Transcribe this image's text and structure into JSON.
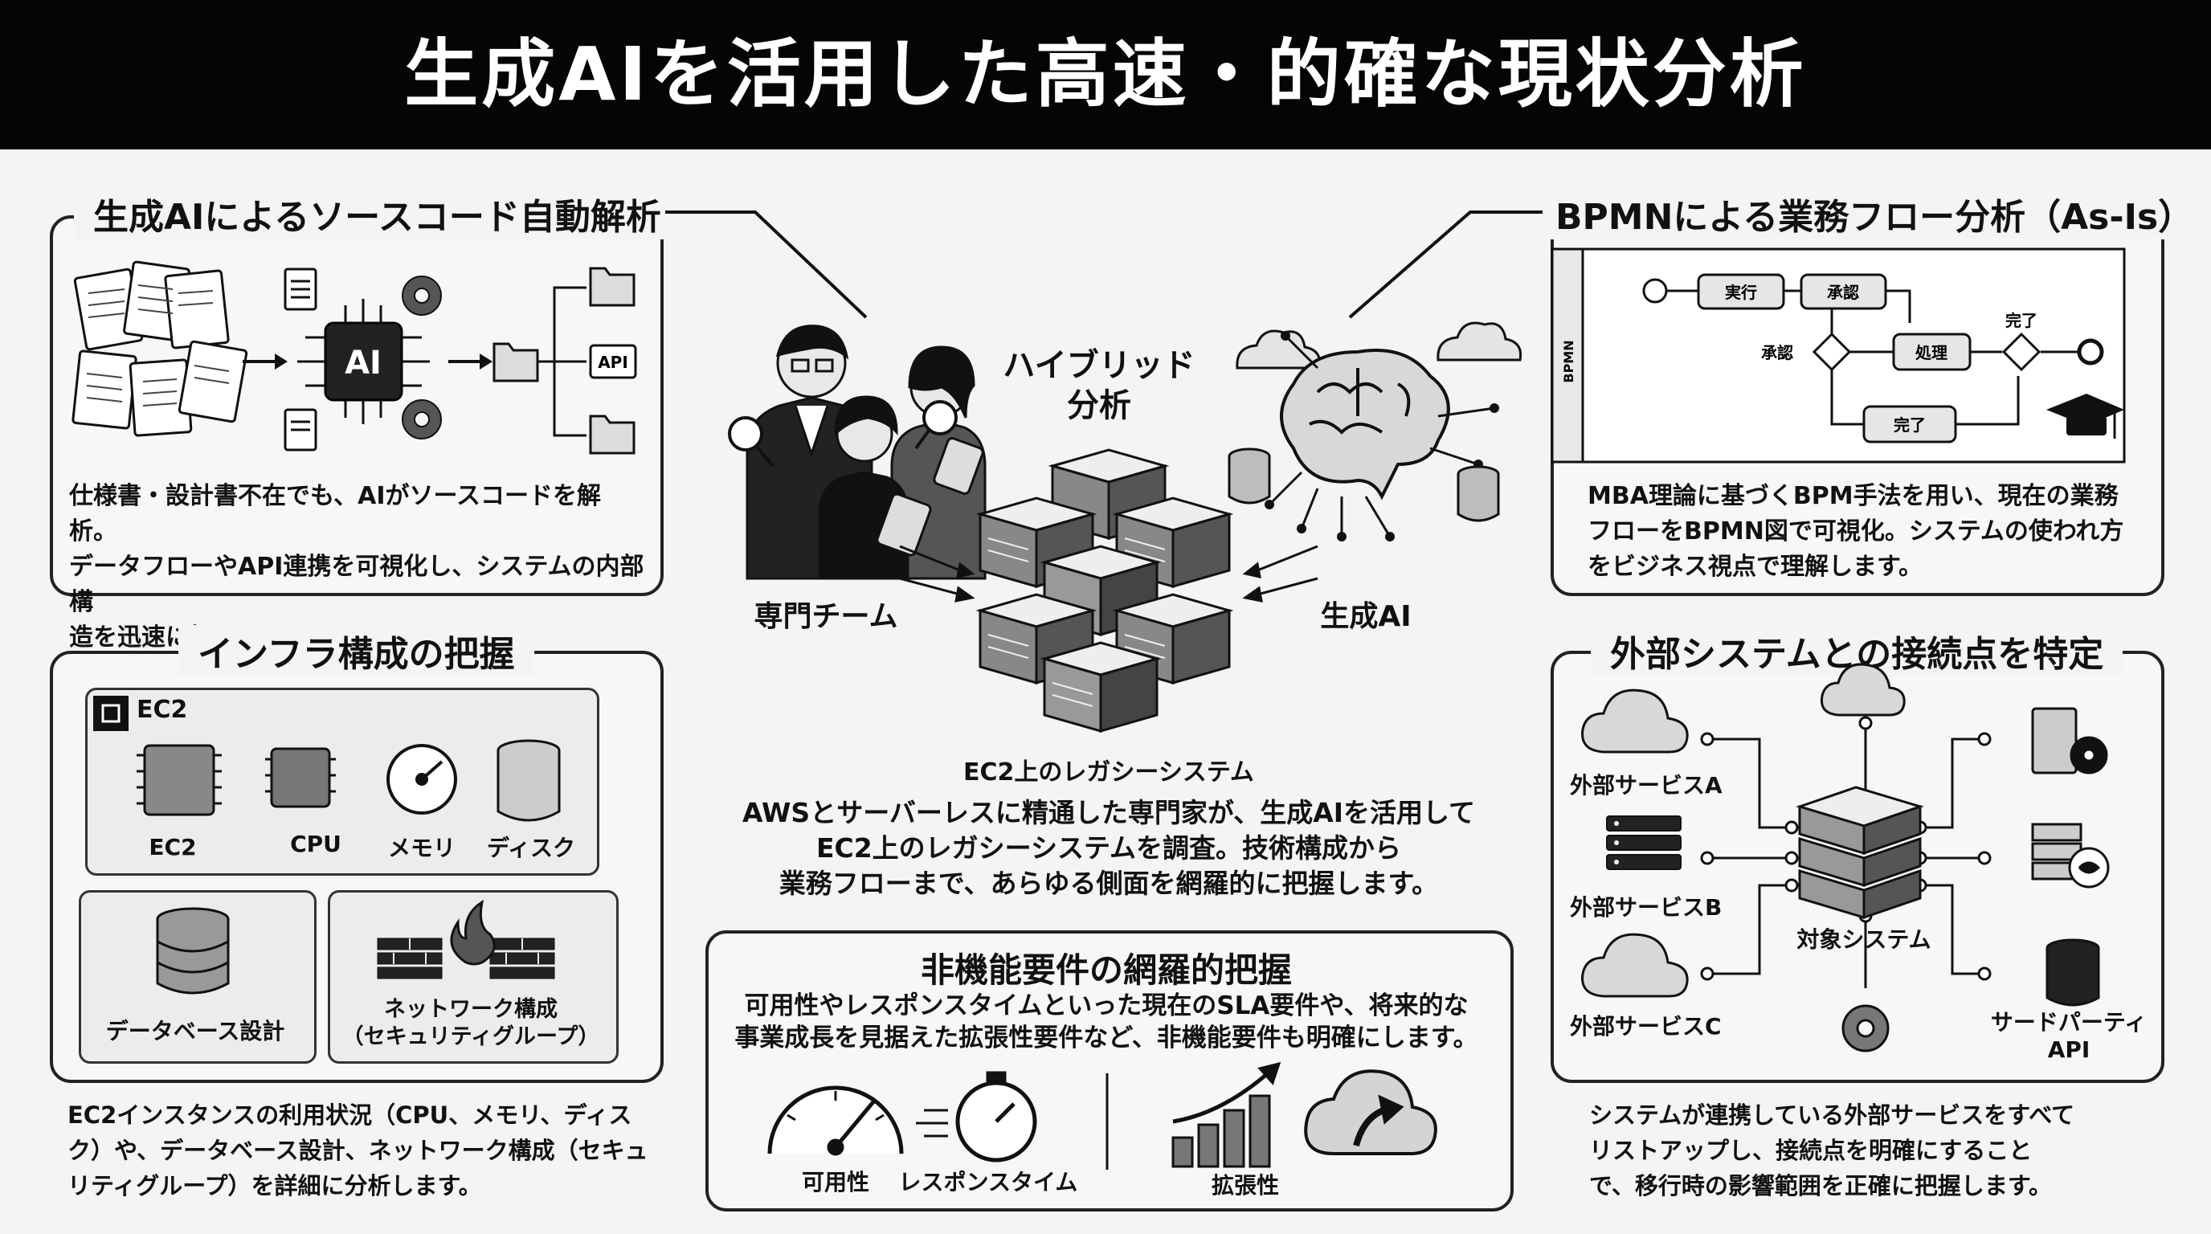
{
  "title": "生成AIを活用した高速・的確な現状分析",
  "source_code": {
    "title": "生成AIによるソースコード自動解析",
    "ai_chip": "AI",
    "api_box": "API",
    "text": [
      "仕様書・設計書不在でも、AIがソースコードを解析。",
      "データフローやAPI連携を可視化し、システムの内部構",
      "造を迅速に解明します。"
    ]
  },
  "bpmn": {
    "title": "BPMNによる業務フロー分析（As-Is）",
    "lane": "BPMN",
    "tasks": {
      "execute": "実行",
      "approve": "承認",
      "process": "処理",
      "done": "完了"
    },
    "gateway_label": "承認",
    "end_label": "完了",
    "text": [
      "MBA理論に基づくBPM手法を用い、現在の業務",
      "フローをBPMN図で可視化。システムの使われ方",
      "をビジネス視点で理解します。"
    ]
  },
  "center": {
    "hybrid": [
      "ハイブリッド",
      "分析"
    ],
    "team": "専門チーム",
    "ai": "生成AI",
    "system": "EC2上のレガシーシステム",
    "text": [
      "AWSとサーバーレスに精通した専門家が、生成AIを活用して",
      "EC2上のレガシーシステムを調査。技術構成から",
      "業務フローまで、あらゆる側面を網羅的に把握します。"
    ]
  },
  "infra": {
    "title": "インフラ構成の把握",
    "ec2_header": "EC2",
    "items": [
      "EC2",
      "CPU",
      "メモリ",
      "ディスク"
    ],
    "db": "データベース設計",
    "network": [
      "ネットワーク構成",
      "（セキュリティグループ）"
    ],
    "text": [
      "EC2インスタンスの利用状況（CPU、メモリ、ディス",
      "ク）や、データベース設計、ネットワーク構成（セキュ",
      "リティグループ）を詳細に分析します。"
    ]
  },
  "nonfunc": {
    "title": "非機能要件の網羅的把握",
    "text": [
      "可用性やレスポンスタイムといった現在のSLA要件や、将来的な",
      "事業成長を見据えた拡張性要件など、非機能要件も明確にします。"
    ],
    "items": [
      "可用性",
      "レスポンスタイム",
      "拡張性"
    ]
  },
  "external": {
    "title": "外部システムとの接続点を特定",
    "service_a": "外部サービスA",
    "service_b": "外部サービスB",
    "service_c": "外部サービスC",
    "target": "対象システム",
    "third_party": [
      "サードパーティ",
      "API"
    ],
    "text": [
      "システムが連携している外部サービスをすべて",
      "リストアップし、接続点を明確にすること",
      "で、移行時の影響範囲を正確に把握します。"
    ]
  }
}
